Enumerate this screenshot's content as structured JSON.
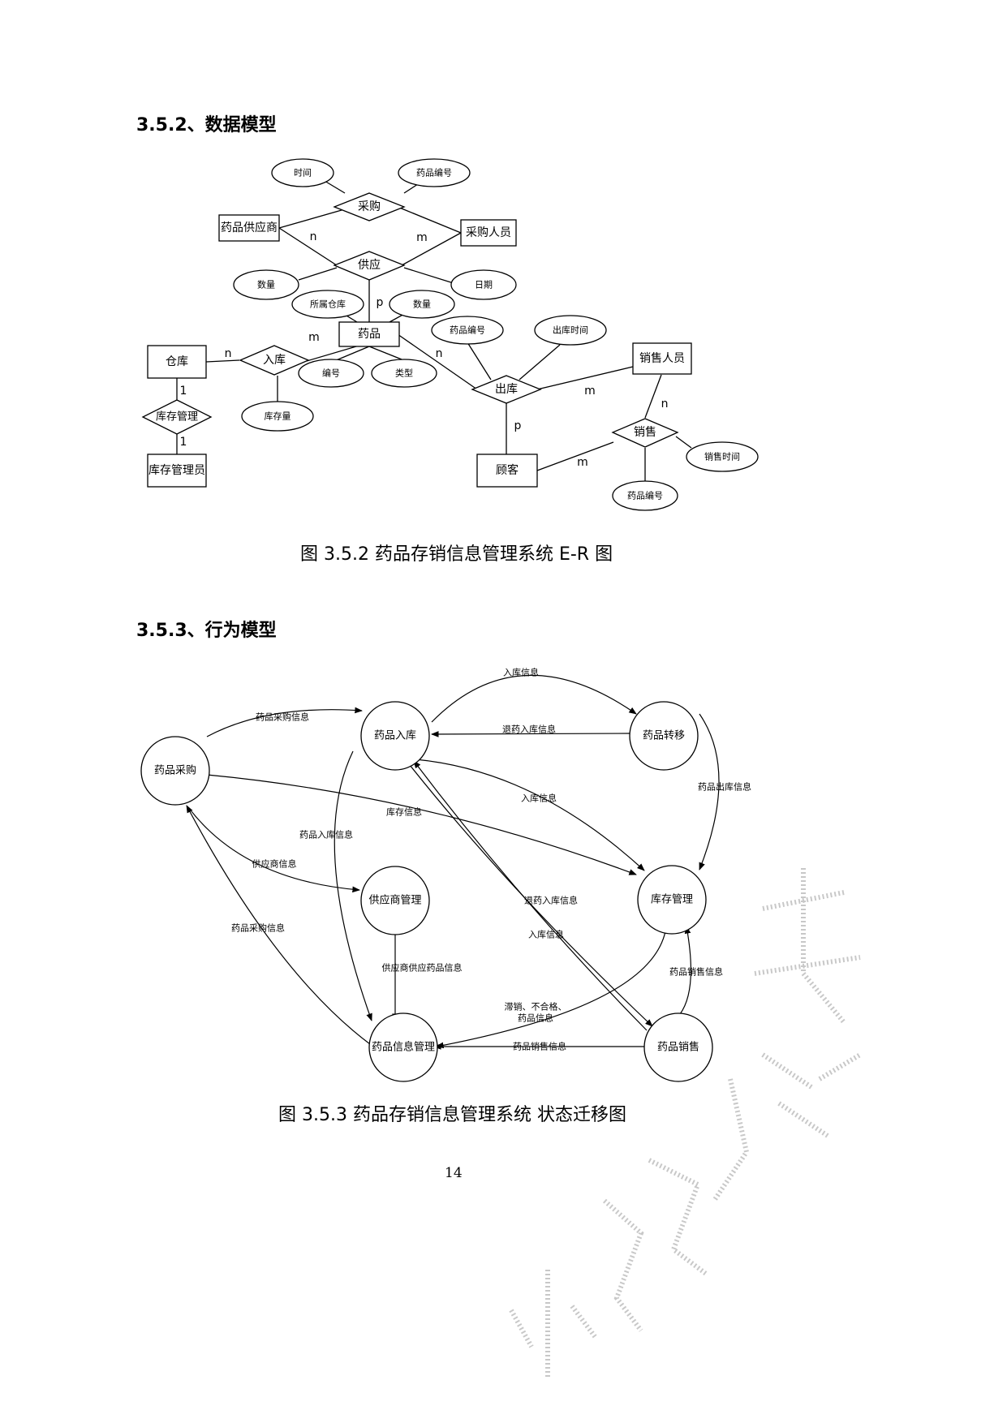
{
  "sections": {
    "data_model_heading": "3.5.2、数据模型",
    "behavior_model_heading": "3.5.3、行为模型"
  },
  "er_diagram": {
    "entities": {
      "supplier": "药品供应商",
      "purchaser": "采购人员",
      "drug": "药品",
      "warehouse": "仓库",
      "stock_manager": "库存管理员",
      "salesperson": "销售人员",
      "customer": "顾客"
    },
    "relations": {
      "purchase": "采购",
      "supply": "供应",
      "stock_in": "入库",
      "stock_mgmt": "库存管理",
      "stock_out": "出库",
      "sale": "销售"
    },
    "attributes": {
      "purchase_time": "时间",
      "purchase_drug_no": "药品编号",
      "supply_qty": "数量",
      "supply_date": "日期",
      "drug_warehouse": "所属仓库",
      "drug_qty": "数量",
      "drug_no": "编号",
      "drug_type": "类型",
      "stock_qty": "库存量",
      "out_drug_no": "药品编号",
      "out_time": "出库时间",
      "sale_time": "销售时间",
      "sale_drug_no": "药品编号"
    },
    "cardinalities": {
      "supply_n": "n",
      "supply_m": "m",
      "supply_p": "p",
      "stockin_m": "m",
      "stockin_n": "n",
      "mgmt_top": "1",
      "mgmt_bottom": "1",
      "out_n": "n",
      "out_m": "m",
      "out_p": "p",
      "sale_n": "n",
      "sale_m": "m"
    },
    "caption": "图 3.5.2  药品存销信息管理系统 E-R 图"
  },
  "state_diagram": {
    "states": {
      "purchase": "药品采购",
      "stock_in": "药品入库",
      "transfer": "药品转移",
      "supplier_mgmt": "供应商管理",
      "stock_mgmt": "库存管理",
      "info_mgmt": "药品信息管理",
      "sales": "药品销售"
    },
    "transitions": {
      "purchase_to_in": "药品采购信息",
      "in_to_transfer": "入库信息",
      "transfer_to_in": "退药入库信息",
      "transfer_to_stock": "药品出库信息",
      "in_to_stock": "入库信息",
      "purchase_to_stock": "库存信息",
      "in_to_info": "药品入库信息",
      "purchase_to_supplier": "供应商信息",
      "info_to_purchase": "药品采购信息",
      "sales_to_in": "退药入库信息",
      "in_to_sales": "入库信息",
      "supplier_to_info": "供应商供应药品信息",
      "sales_to_stock": "药品销售信息",
      "stock_to_info_1": "滞销、不合格、",
      "stock_to_info_2": "药品信息",
      "sales_to_info": "药品销售信息"
    },
    "caption": "图 3.5.3 药品存销信息管理系统  状态迁移图"
  },
  "page_number": "14",
  "watermark_text": "小雨学长"
}
